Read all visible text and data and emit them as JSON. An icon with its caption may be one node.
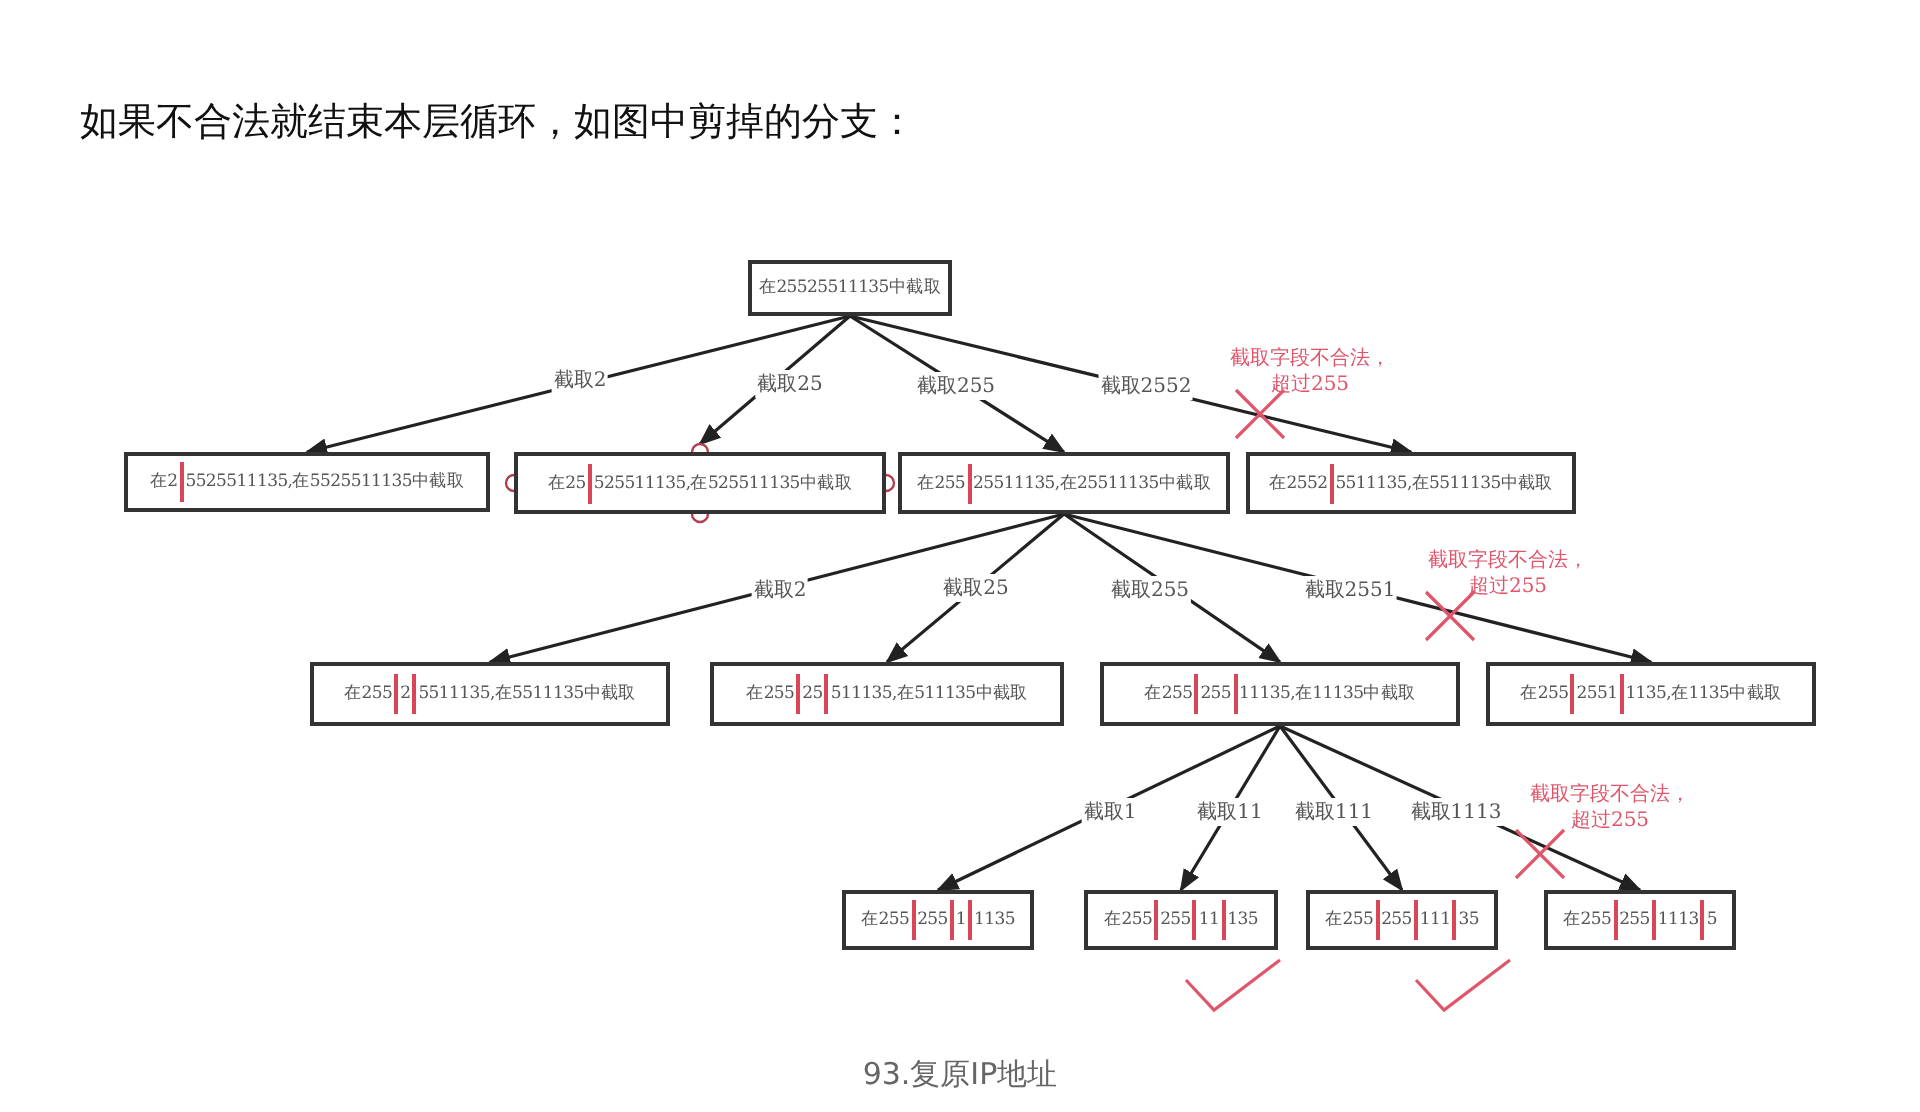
{
  "diagram": {
    "title": "如果不合法就结束本层循环，如图中剪掉的分支：",
    "caption": "93.复原IP地址",
    "nodes": [
      {
        "text": [
          "在25525511135中截取"
        ]
      },
      {
        "text": [
          "在2",
          "5525511135,在5525511135中截取"
        ]
      },
      {
        "text": [
          "在25",
          "525511135,在525511135中截取"
        ]
      },
      {
        "text": [
          "在255",
          "25511135,在25511135中截取"
        ]
      },
      {
        "text": [
          "在2552",
          "5511135,在5511135中截取"
        ]
      },
      {
        "text": [
          "在255",
          "2",
          "5511135,在5511135中截取"
        ]
      },
      {
        "text": [
          "在255",
          "25",
          "511135,在511135中截取"
        ]
      },
      {
        "text": [
          "在255",
          "255",
          "11135,在11135中截取"
        ]
      },
      {
        "text": [
          "在255",
          "2551",
          "1135,在1135中截取"
        ]
      },
      {
        "text": [
          "在255",
          "255",
          "1",
          "1135"
        ]
      },
      {
        "text": [
          "在255",
          "255",
          "11",
          "135"
        ]
      },
      {
        "text": [
          "在255",
          "255",
          "111",
          "35"
        ]
      },
      {
        "text": [
          "在255",
          "255",
          "1113",
          "5"
        ]
      }
    ],
    "edges": [
      {
        "from": 0,
        "to": 1,
        "arrow": "to",
        "label": "截取2"
      },
      {
        "from": 0,
        "to": 2,
        "arrow": "to",
        "label": "截取25"
      },
      {
        "from": 0,
        "to": 3,
        "arrow": "to",
        "label": "截取255"
      },
      {
        "from": 0,
        "to": 4,
        "arrow": "to",
        "label": "截取2552"
      },
      {
        "from": 3,
        "to": 5,
        "arrow": "to",
        "label": "截取2"
      },
      {
        "from": 3,
        "to": 6,
        "arrow": "to",
        "label": "截取25"
      },
      {
        "from": 3,
        "to": 7,
        "arrow": "to",
        "label": "截取255"
      },
      {
        "from": 3,
        "to": 8,
        "arrow": "to",
        "label": "截取2551"
      },
      {
        "from": 7,
        "to": 9,
        "arrow": "to",
        "label": "截取1"
      },
      {
        "from": 7,
        "to": 10,
        "arrow": "to",
        "label": "截取11"
      },
      {
        "from": 7,
        "to": 11,
        "arrow": "to",
        "label": "截取111"
      },
      {
        "from": 7,
        "to": 12,
        "arrow": "to",
        "label": "截取1113"
      }
    ],
    "labels": [
      "截取字段不合法，超过255",
      "截取字段不合法，超过255",
      "截取字段不合法，超过255"
    ]
  }
}
